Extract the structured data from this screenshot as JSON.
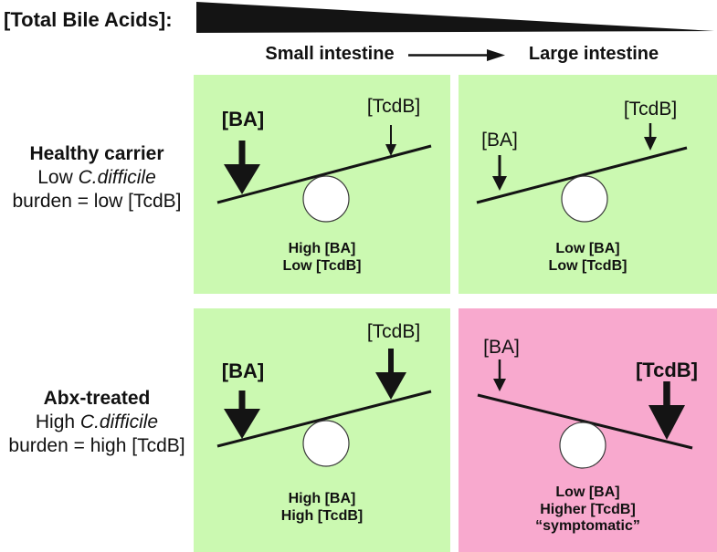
{
  "header": {
    "title": "[Total Bile Acids]:",
    "columns": [
      "Small intestine",
      "Large intestine"
    ],
    "gradient_icon": "decreasing-black-wedge-left-to-right"
  },
  "rows": [
    {
      "line1": "Healthy carrier",
      "line2_prefix": "Low ",
      "line2_italic": "C.difficile",
      "line3": "burden = low [TcdB]"
    },
    {
      "line1": "Abx-treated",
      "line2_prefix": "High ",
      "line2_italic": "C.difficile",
      "line3": "burden = high [TcdB]"
    }
  ],
  "colors": {
    "asymptomatic_panel_green": "#cbf9b1",
    "symptomatic_panel_pink": "#f8a9ce",
    "ink": "#1a1a1a"
  },
  "panels": [
    {
      "name": "healthy-small-intestine",
      "bg": "#cbf9b1",
      "ba_label": "[BA]",
      "tcdb_label": "[TcdB]",
      "ba_arrow_weight": "heavy",
      "tcdb_arrow_weight": "light",
      "tilt": "left-down",
      "caption": [
        "High [BA]",
        "Low [TcdB]"
      ]
    },
    {
      "name": "healthy-large-intestine",
      "bg": "#cbf9b1",
      "ba_label": "[BA]",
      "tcdb_label": "[TcdB]",
      "ba_arrow_weight": "medium",
      "tcdb_arrow_weight": "light",
      "tilt": "left-down",
      "caption": [
        "Low [BA]",
        "Low [TcdB]"
      ]
    },
    {
      "name": "abx-small-intestine",
      "bg": "#cbf9b1",
      "ba_label": "[BA]",
      "tcdb_label": "[TcdB]",
      "ba_arrow_weight": "heavy",
      "tcdb_arrow_weight": "heavy",
      "tilt": "left-down",
      "caption": [
        "High [BA]",
        "High [TcdB]"
      ]
    },
    {
      "name": "abx-large-intestine",
      "bg": "#f8a9ce",
      "ba_label": "[BA]",
      "tcdb_label": "[TcdB]",
      "ba_arrow_weight": "light",
      "tcdb_arrow_weight": "heavy",
      "tilt": "right-down",
      "caption": [
        "Low [BA]",
        "Higher [TcdB]",
        "“symptomatic”"
      ]
    }
  ]
}
